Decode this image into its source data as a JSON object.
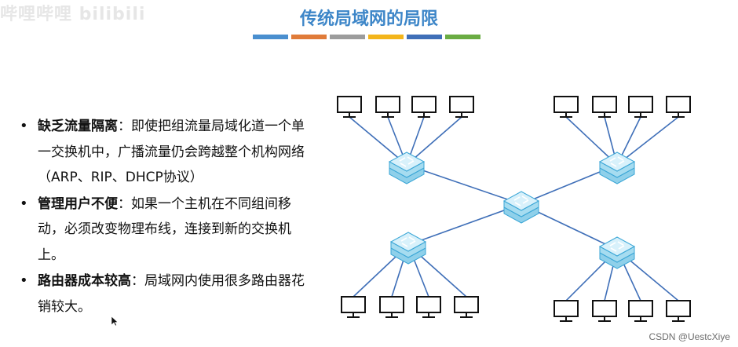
{
  "watermark": "哔哩哔哩 bilibili",
  "title": "传统局域网的局限",
  "title_bar_colors": [
    "#4a8fcf",
    "#e07b39",
    "#9c9c9c",
    "#f3b51b",
    "#3f6fb8",
    "#6aac43"
  ],
  "bullets": [
    {
      "head": "缺乏流量隔离",
      "text": "：即使把组流量局域化道一个单一交换机中，广播流量仍会跨越整个机构网络（ARP、RIP、DHCP协议）"
    },
    {
      "head": "管理用户不便",
      "text": "：如果一个主机在不同组间移动，必须改变物理布线，连接到新的交换机上。"
    },
    {
      "head": "路由器成本较高",
      "text": "：局域网内使用很多路由器花销较大。"
    }
  ],
  "diagram_icons": {
    "host": "monitor-icon",
    "switch": "switch-icon"
  },
  "credit": "CSDN @UestcXiye"
}
